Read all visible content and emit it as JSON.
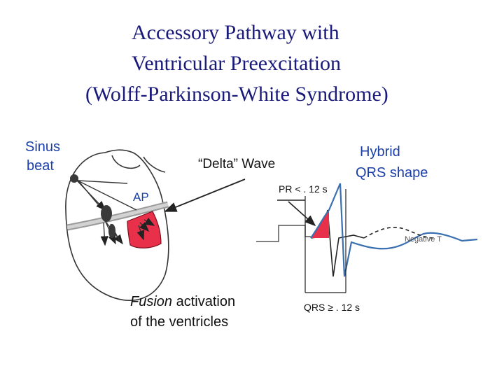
{
  "title": {
    "line1": "Accessory Pathway with",
    "line2": "Ventricular Preexcitation",
    "line3": "(Wolff-Parkinson-White Syndrome)"
  },
  "labels": {
    "sinus_beat_1": "Sinus",
    "sinus_beat_2": "beat",
    "ap": "AP",
    "delta_wave": "“Delta” Wave",
    "pr_interval": "PR < . 12 s",
    "hybrid_1": "Hybrid",
    "hybrid_2": "QRS shape",
    "negative_t": "Negative T",
    "qrs_duration": "QRS ≥ . 12 s",
    "fusion_word": "Fusion",
    "fusion_rest": " activation",
    "fusion_line2": "of the ventricles"
  },
  "colors": {
    "title": "#1a1a7a",
    "label_blue": "#1b3fa8",
    "preexcited_region": "#e8304a",
    "ecg_trace": "#3a6fb0",
    "normal_trace": "#222222",
    "septum": "#b0b0b0"
  }
}
